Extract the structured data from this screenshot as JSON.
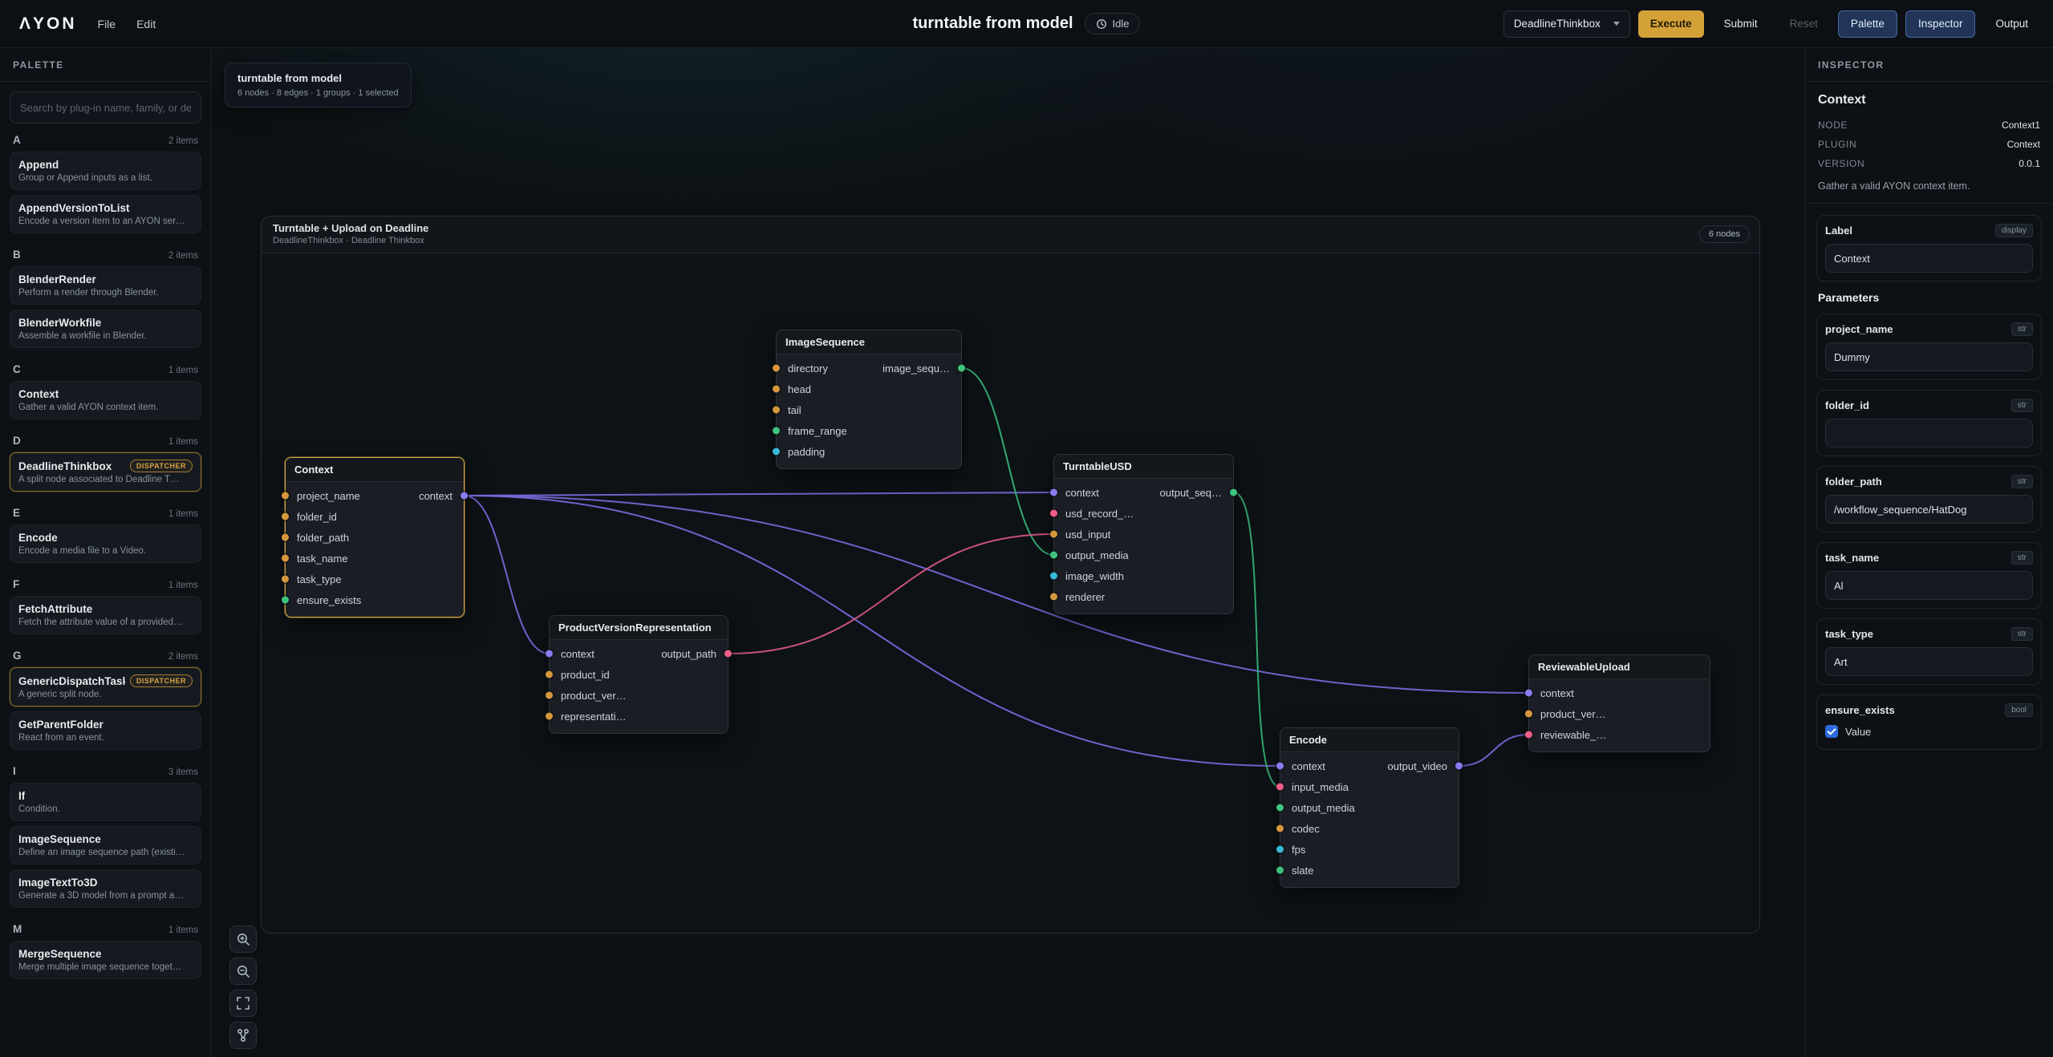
{
  "topbar": {
    "logo": "ΛYON",
    "menu": [
      "File",
      "Edit"
    ],
    "title": "turntable from model",
    "status_label": "Idle",
    "dispatcher_select": "DeadlineThinkbox",
    "buttons": {
      "execute": "Execute",
      "submit": "Submit",
      "reset": "Reset",
      "palette": "Palette",
      "inspector": "Inspector",
      "output": "Output"
    }
  },
  "palette": {
    "header": "PALETTE",
    "search_placeholder": "Search by plug-in name, family, or de…",
    "sections": [
      {
        "letter": "A",
        "count": "2 items",
        "items": [
          {
            "name": "Append",
            "desc": "Group or Append inputs as a list."
          },
          {
            "name": "AppendVersionToList",
            "desc": "Encode a version item to an AYON ser…"
          }
        ]
      },
      {
        "letter": "B",
        "count": "2 items",
        "items": [
          {
            "name": "BlenderRender",
            "desc": "Perform a render through Blender."
          },
          {
            "name": "BlenderWorkfile",
            "desc": "Assemble a workfile in Blender."
          }
        ]
      },
      {
        "letter": "C",
        "count": "1 items",
        "items": [
          {
            "name": "Context",
            "desc": "Gather a valid AYON context item."
          }
        ]
      },
      {
        "letter": "D",
        "count": "1 items",
        "items": [
          {
            "name": "DeadlineThinkbox",
            "badge": "DISPATCHER",
            "desc": "A split node associated to Deadline T…"
          }
        ]
      },
      {
        "letter": "E",
        "count": "1 items",
        "items": [
          {
            "name": "Encode",
            "desc": "Encode a media file to a Video."
          }
        ]
      },
      {
        "letter": "F",
        "count": "1 items",
        "items": [
          {
            "name": "FetchAttribute",
            "desc": "Fetch the attribute value of a provided…"
          }
        ]
      },
      {
        "letter": "G",
        "count": "2 items",
        "items": [
          {
            "name": "GenericDispatchTask",
            "badge": "DISPATCHER",
            "desc": "A generic split node."
          },
          {
            "name": "GetParentFolder",
            "desc": "React from an event."
          }
        ]
      },
      {
        "letter": "I",
        "count": "3 items",
        "items": [
          {
            "name": "If",
            "desc": "Condition."
          },
          {
            "name": "ImageSequence",
            "desc": "Define an image sequence path (existi…"
          },
          {
            "name": "ImageTextTo3D",
            "desc": "Generate a 3D model from a prompt a…"
          }
        ]
      },
      {
        "letter": "M",
        "count": "1 items",
        "items": [
          {
            "name": "MergeSequence",
            "desc": "Merge multiple image sequence toget…"
          }
        ]
      }
    ]
  },
  "canvas": {
    "overlay": {
      "title": "turntable from model",
      "stats": "6 nodes · 8 edges · 1 groups · 1 selected"
    },
    "group": {
      "title": "Turntable + Upload on Deadline",
      "subtitle": "DeadlineThinkbox · Deadline Thinkbox",
      "badge": "6 nodes"
    },
    "toolbar": [
      "zoom-in",
      "zoom-out",
      "fit-view",
      "layout"
    ],
    "nodes": [
      {
        "id": "ctx",
        "title": "Context",
        "selected": true,
        "inputs": [
          {
            "name": "project_name",
            "color": "orange"
          },
          {
            "name": "folder_id",
            "color": "orange"
          },
          {
            "name": "folder_path",
            "color": "orange"
          },
          {
            "name": "task_name",
            "color": "orange"
          },
          {
            "name": "task_type",
            "color": "orange"
          },
          {
            "name": "ensure_exists",
            "color": "green"
          }
        ],
        "outputs": [
          {
            "name": "context",
            "color": "purple"
          }
        ]
      },
      {
        "id": "imgseq",
        "title": "ImageSequence",
        "inputs": [
          {
            "name": "directory",
            "color": "orange"
          },
          {
            "name": "head",
            "color": "orange"
          },
          {
            "name": "tail",
            "color": "orange"
          },
          {
            "name": "frame_range",
            "color": "green"
          },
          {
            "name": "padding",
            "color": "cyan"
          }
        ],
        "outputs": [
          {
            "name": "image_sequ…",
            "color": "green"
          }
        ]
      },
      {
        "id": "tt",
        "title": "TurntableUSD",
        "inputs": [
          {
            "name": "context",
            "color": "purple"
          },
          {
            "name": "usd_record_…",
            "color": "pink"
          },
          {
            "name": "usd_input",
            "color": "orange"
          },
          {
            "name": "output_media",
            "color": "green"
          },
          {
            "name": "image_width",
            "color": "cyan"
          },
          {
            "name": "renderer",
            "color": "orange"
          }
        ],
        "outputs": [
          {
            "name": "output_seq…",
            "color": "green"
          }
        ]
      },
      {
        "id": "pvr",
        "title": "ProductVersionRepresentation",
        "inputs": [
          {
            "name": "context",
            "color": "purple"
          },
          {
            "name": "product_id",
            "color": "orange"
          },
          {
            "name": "product_ver…",
            "color": "orange"
          },
          {
            "name": "representati…",
            "color": "orange"
          }
        ],
        "outputs": [
          {
            "name": "output_path",
            "color": "pink"
          }
        ]
      },
      {
        "id": "enc",
        "title": "Encode",
        "inputs": [
          {
            "name": "context",
            "color": "purple"
          },
          {
            "name": "input_media",
            "color": "pink"
          },
          {
            "name": "output_media",
            "color": "green"
          },
          {
            "name": "codec",
            "color": "orange"
          },
          {
            "name": "fps",
            "color": "cyan"
          },
          {
            "name": "slate",
            "color": "green"
          }
        ],
        "outputs": [
          {
            "name": "output_video",
            "color": "purple"
          }
        ]
      },
      {
        "id": "rev",
        "title": "ReviewableUpload",
        "inputs": [
          {
            "name": "context",
            "color": "purple"
          },
          {
            "name": "product_ver…",
            "color": "orange"
          },
          {
            "name": "reviewable_…",
            "color": "pink"
          }
        ],
        "outputs": []
      }
    ],
    "edges": [
      {
        "from": "ctx/context",
        "to": "tt/context",
        "color": "purple"
      },
      {
        "from": "ctx/context",
        "to": "pvr/context",
        "color": "purple"
      },
      {
        "from": "ctx/context",
        "to": "enc/context",
        "color": "purple"
      },
      {
        "from": "ctx/context",
        "to": "rev/context",
        "color": "purple"
      },
      {
        "from": "imgseq/image_sequence",
        "to": "tt/output_media",
        "color": "green"
      },
      {
        "from": "tt/output_seq",
        "to": "enc/input_media",
        "color": "green"
      },
      {
        "from": "pvr/output_path",
        "to": "tt/usd_input",
        "color": "pink"
      },
      {
        "from": "enc/output_video",
        "to": "rev/reviewable",
        "color": "purple"
      }
    ]
  },
  "inspector": {
    "header": "INSPECTOR",
    "section": "Context",
    "meta": [
      {
        "key": "NODE",
        "value": "Context1"
      },
      {
        "key": "PLUGIN",
        "value": "Context"
      },
      {
        "key": "VERSION",
        "value": "0.0.1"
      }
    ],
    "description": "Gather a valid AYON context item.",
    "label_field": {
      "label": "Label",
      "badge": "display",
      "value": "Context"
    },
    "parameters_title": "Parameters",
    "fields": [
      {
        "label": "project_name",
        "type": "str",
        "value": "Dummy"
      },
      {
        "label": "folder_id",
        "type": "str",
        "value": ""
      },
      {
        "label": "folder_path",
        "type": "str",
        "value": "/workflow_sequence/HatDog"
      },
      {
        "label": "task_name",
        "type": "str",
        "value": "Al"
      },
      {
        "label": "task_type",
        "type": "str",
        "value": "Art"
      },
      {
        "label": "ensure_exists",
        "type": "bool",
        "checkbox_label": "Value",
        "checked": true
      }
    ]
  },
  "theme": {
    "port-orange": "#d6973c",
    "port-green": "#3ec47e",
    "port-cyan": "#38b9d8",
    "port-purple": "#8a7bf0",
    "port-pink": "#ee5e86",
    "edge-purple": "#7b6ce0",
    "edge-green": "#36b97a",
    "edge-pink": "#de5a87",
    "accent-gold": "#d4a139",
    "check-blue": "#2f6bdf"
  }
}
